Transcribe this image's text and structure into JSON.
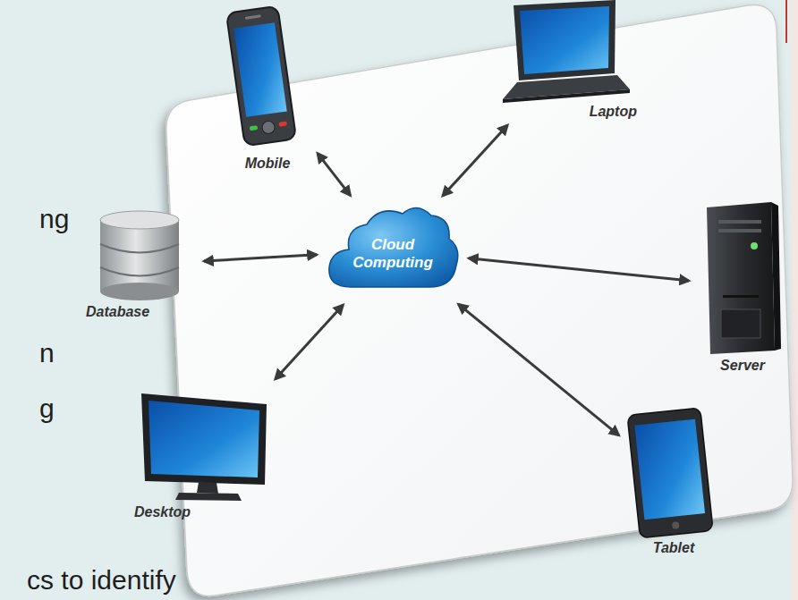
{
  "diagram": {
    "nodes": [
      {
        "text": [
          "Mobile"
        ]
      },
      {
        "text": [
          "Laptop"
        ]
      },
      {
        "text": [
          "Database"
        ]
      },
      {
        "text": [
          "Cloud Computing"
        ]
      },
      {
        "text": [
          "Server"
        ]
      },
      {
        "text": [
          "Desktop"
        ]
      },
      {
        "text": [
          "Tablet"
        ]
      }
    ],
    "edges": [
      {
        "from": 3,
        "to": 0,
        "arrow": "both"
      },
      {
        "from": 3,
        "to": 1,
        "arrow": "both"
      },
      {
        "from": 3,
        "to": 2,
        "arrow": "both"
      },
      {
        "from": 3,
        "to": 4,
        "arrow": "both"
      },
      {
        "from": 3,
        "to": 5,
        "arrow": "both"
      },
      {
        "from": 3,
        "to": 6,
        "arrow": "both"
      }
    ],
    "labels": [
      "ng",
      "n",
      "g",
      "cs to identify"
    ]
  }
}
